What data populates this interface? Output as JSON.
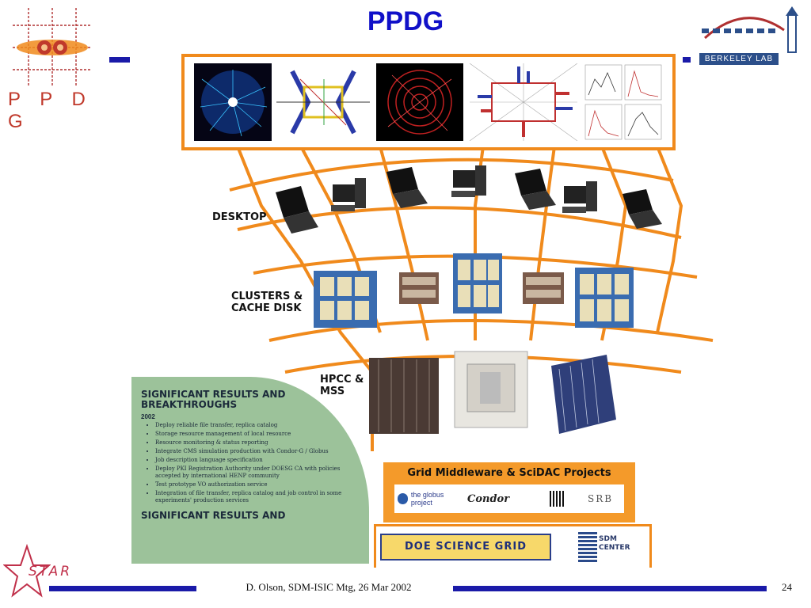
{
  "title": "PPDG",
  "ppdg_logo": {
    "letters": "P P D G",
    "icon": "ppdg-logo-icon"
  },
  "berkeley_logo": {
    "text": "BERKELEY LAB",
    "icon": "berkeley-lab-logo-icon"
  },
  "tiers": {
    "desktop": "DESKTOP",
    "clusters": [
      "CLUSTERS &",
      "CACHE DISK"
    ],
    "hpcc": [
      "HPCC &",
      "MSS"
    ]
  },
  "results": {
    "heading": [
      "SIGNIFICANT RESULTS AND",
      "BREAKTHROUGHS"
    ],
    "year": "2002",
    "items": [
      "Deploy reliable file transfer, replica catalog",
      "Storage resource management of local resource",
      "Resource monitoring & status reporting",
      "Integrate CMS simulation production with Condor-G / Globus",
      "Job description language specification",
      "Deploy PKI Registration Authority under DOESG CA with policies accepted by international HENP community",
      "Test prototype VO authorization service",
      "Integration of file transfer, replica catalog and job control in some experiments' production services"
    ],
    "heading2": "SIGNIFICANT RESULTS AND"
  },
  "middleware": {
    "title": "Grid Middleware & SciDAC Projects",
    "logos": [
      "the globus project",
      "Condor",
      "SRB"
    ]
  },
  "doe": {
    "label": "DOE SCIENCE GRID"
  },
  "sdm": {
    "label": "SDM CENTER"
  },
  "footer": {
    "text": "D. Olson, SDM-ISIC Mtg, 26 Mar 2002",
    "page": "24",
    "star": "STAR"
  },
  "colors": {
    "title_blue": "#1010c8",
    "grid_orange": "#f08a1c",
    "bar_blue": "#1a1aa8",
    "panel_green": "#9cc29a"
  }
}
